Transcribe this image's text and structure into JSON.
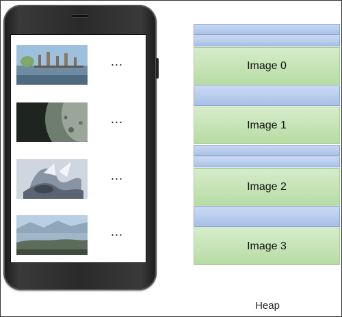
{
  "phone": {
    "rows": [
      {
        "thumbnail_icon": "city-skyline-photo-icon",
        "ellipsis": "..."
      },
      {
        "thumbnail_icon": "moon-surface-photo-icon",
        "ellipsis": "..."
      },
      {
        "thumbnail_icon": "abstract-splash-photo-icon",
        "ellipsis": "..."
      },
      {
        "thumbnail_icon": "lake-landscape-photo-icon",
        "ellipsis": "..."
      }
    ]
  },
  "heap": {
    "caption": "Heap",
    "images": [
      {
        "label": "Image 0"
      },
      {
        "label": "Image 1"
      },
      {
        "label": "Image 2"
      },
      {
        "label": "Image 3"
      }
    ],
    "colors": {
      "blue_block": "#a9c1e8",
      "green_block": "#b7dca4"
    }
  }
}
